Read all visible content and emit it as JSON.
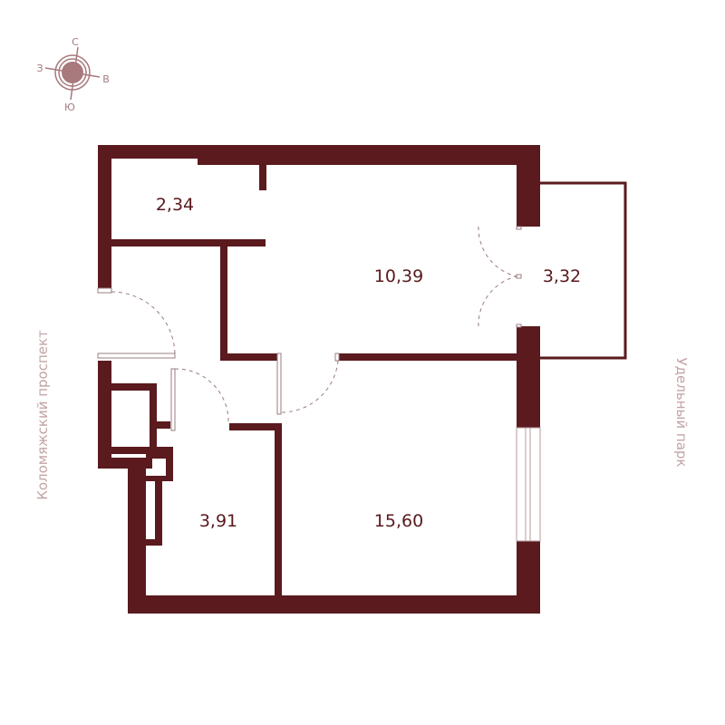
{
  "colors": {
    "wall": "#5a1a1e",
    "compass": "#a8797d",
    "street_text": "#c3a4a6",
    "door_arc": "#9a7c7f"
  },
  "compass": {
    "north": "С",
    "south": "Ю",
    "west": "З",
    "east": "В"
  },
  "streets": {
    "left": "Коломяжский проспект",
    "right": "Удельный парк"
  },
  "rooms": [
    {
      "id": "bathroom-top",
      "area": "2,34"
    },
    {
      "id": "kitchen",
      "area": "10,39"
    },
    {
      "id": "balcony",
      "area": "3,32"
    },
    {
      "id": "hallway-bath",
      "area": "3,91"
    },
    {
      "id": "bedroom",
      "area": "15,60"
    }
  ]
}
